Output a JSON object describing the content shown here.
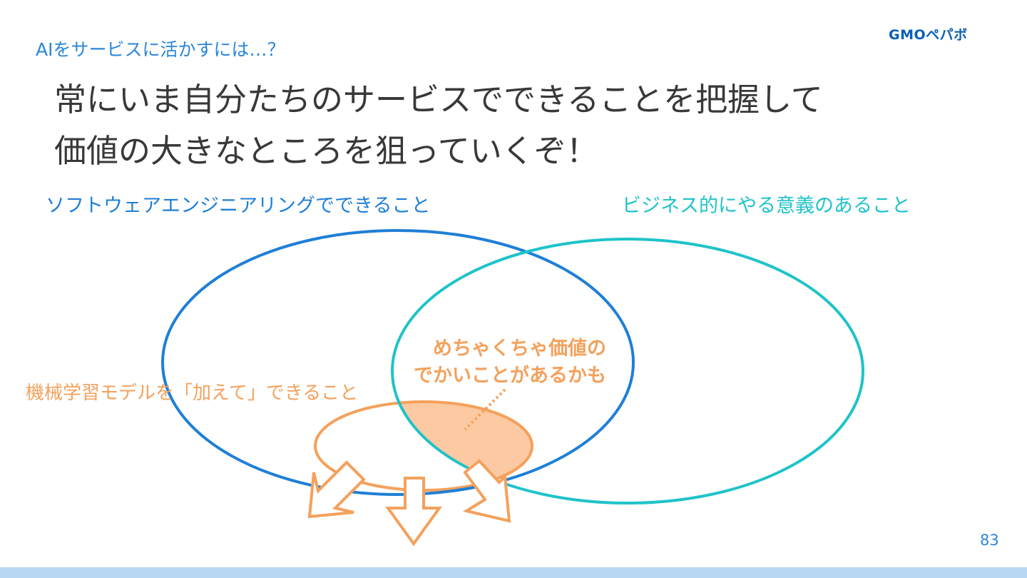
{
  "header": {
    "section_label": "AIをサービスに活かすには…？",
    "logo_text": "GMOペパボ"
  },
  "title": {
    "line1": "常にいま自分たちのサービスでできることを把握して",
    "line2": "価値の大きなところを狙っていくぞ！"
  },
  "diagram": {
    "software_label": "ソフトウェアエンジニアリングでできること",
    "business_label": "ビジネス的にやる意義のあること",
    "ml_label": "機械学習モデルを「加えて」できること",
    "value_label_line1": "めちゃくちゃ価値の",
    "value_label_line2": "でかいことがあるかも"
  },
  "colors": {
    "software_circle": "#1f7fd6",
    "business_circle": "#1fc3c9",
    "ml_accent": "#f4a15c",
    "highlight_fill": "#fdc9a2",
    "footer_dark": "#0a4a86",
    "footer_light": "#b7d7f3"
  },
  "footer": {
    "page_number": "83"
  }
}
